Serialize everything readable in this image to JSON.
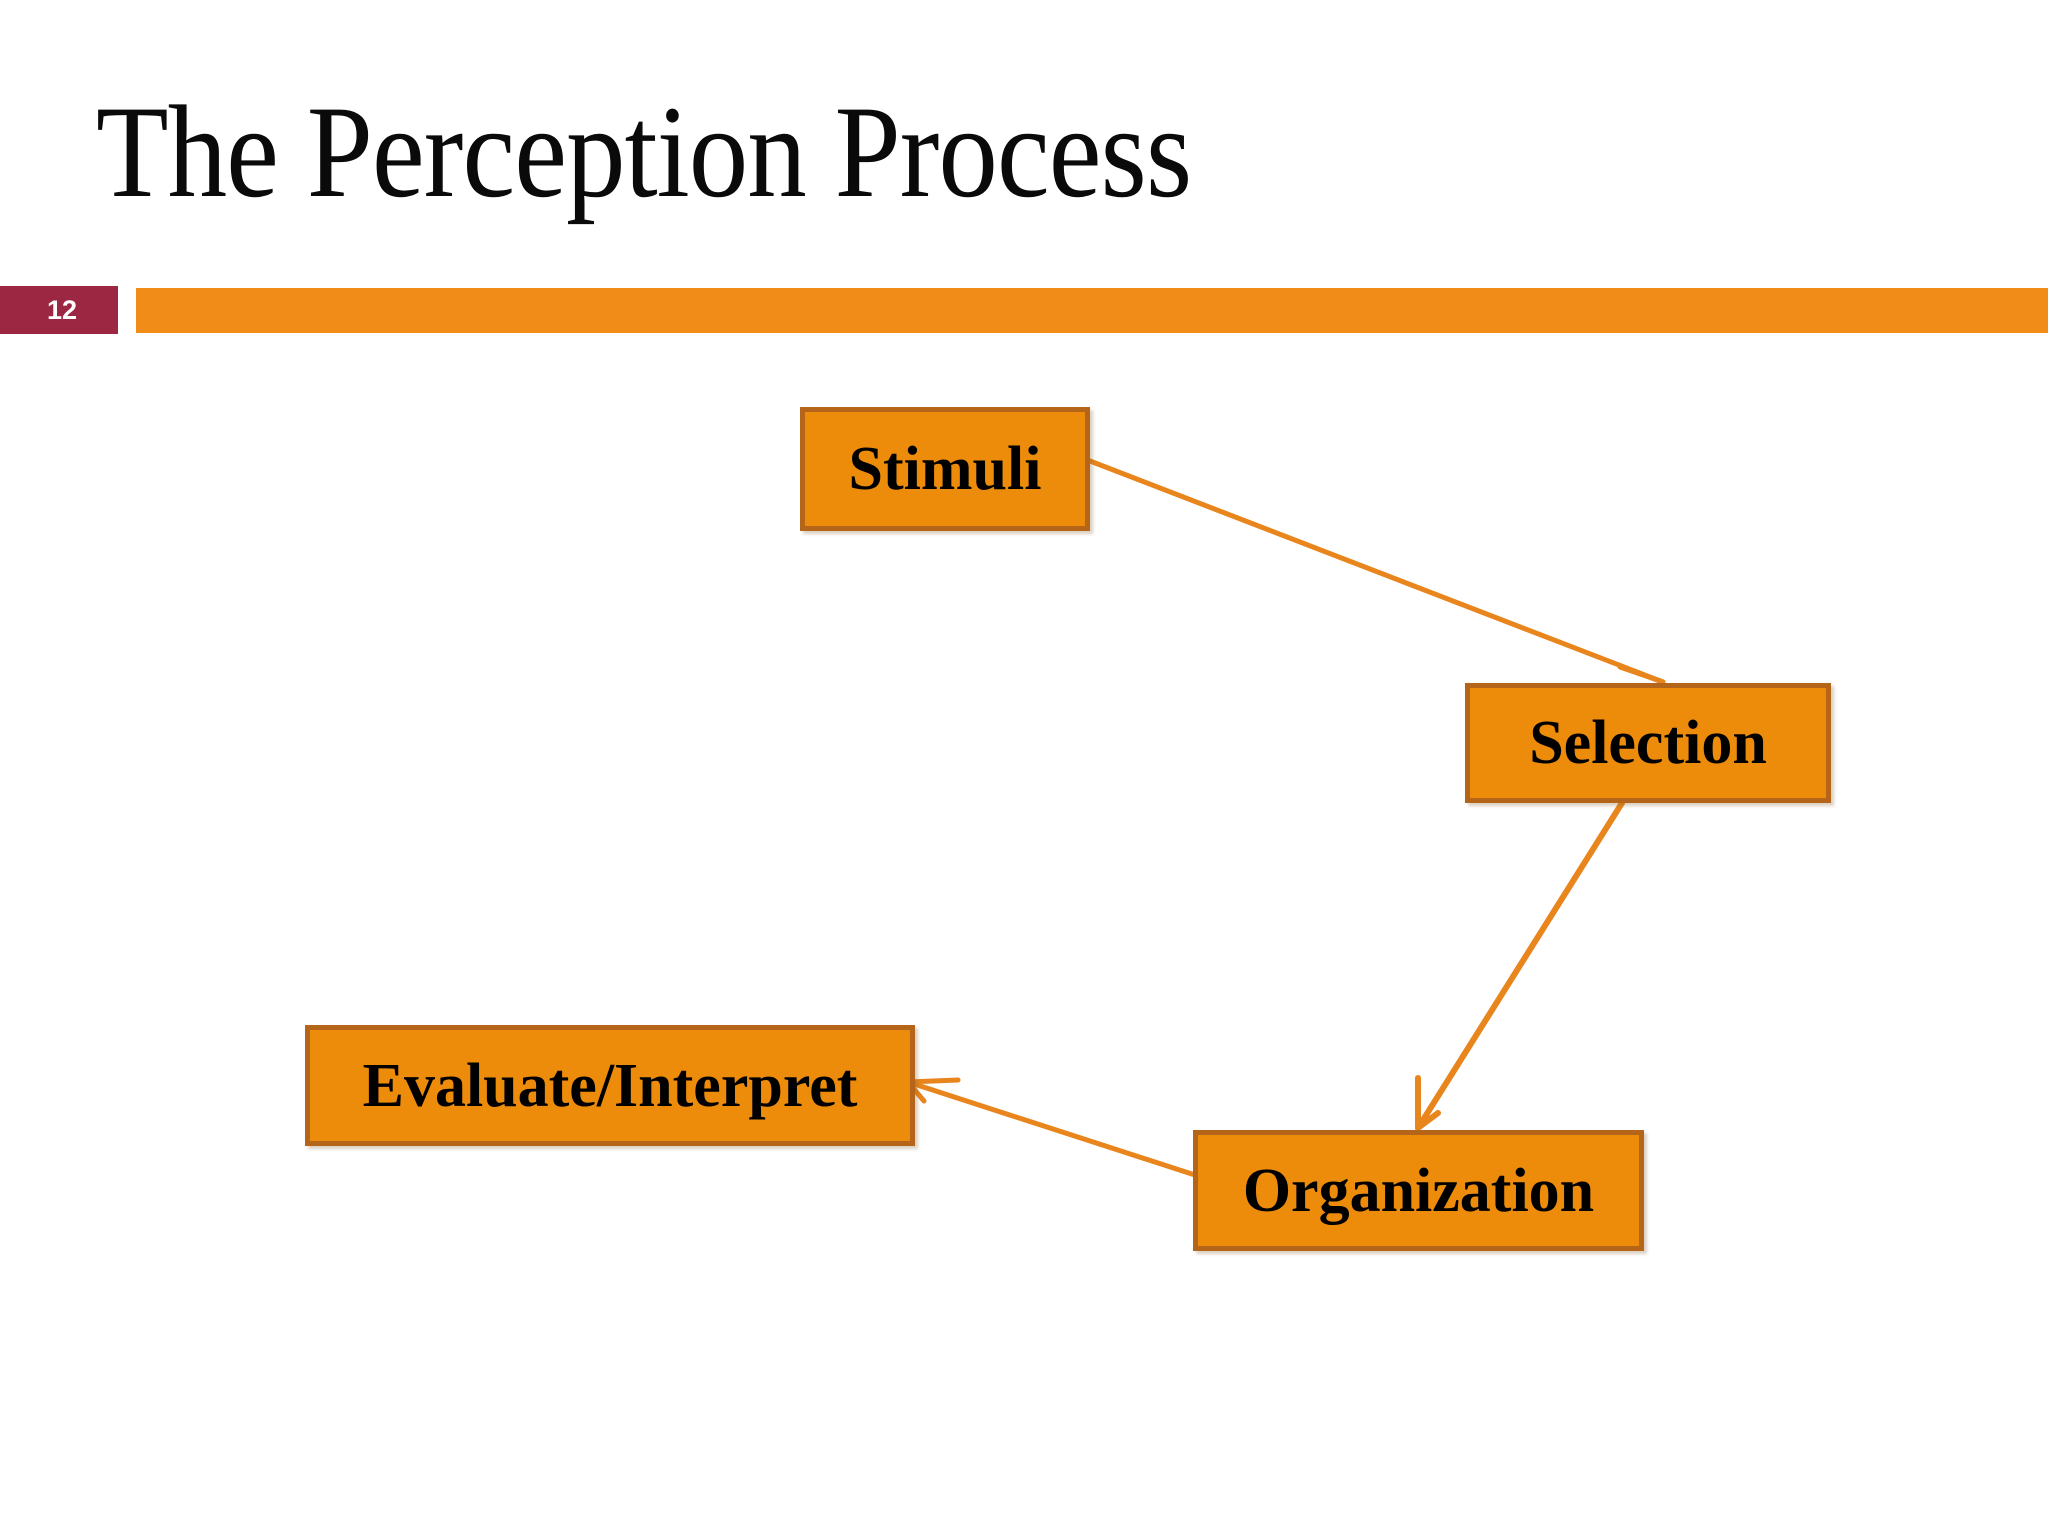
{
  "slide": {
    "title": "The Perception Process",
    "page_number": "12",
    "background_color": "#FFFFFF",
    "title_color": "#0A0A0A",
    "badge_color": "#9B2743",
    "accent_bar_color": "#F08C17"
  },
  "diagram": {
    "type": "cycle-flow",
    "box_fill_color": "#ED8B0B",
    "box_border_color": "#B5651A",
    "box_text_color": "#000000",
    "arrow_color": "#E8851C",
    "nodes": [
      {
        "id": "stimuli",
        "label": "Stimuli"
      },
      {
        "id": "selection",
        "label": "Selection"
      },
      {
        "id": "organization",
        "label": "Organization"
      },
      {
        "id": "evaluate",
        "label": "Evaluate/Interpret"
      }
    ],
    "edges": [
      {
        "from": "stimuli",
        "to": "selection"
      },
      {
        "from": "selection",
        "to": "organization"
      },
      {
        "from": "organization",
        "to": "evaluate"
      }
    ]
  }
}
